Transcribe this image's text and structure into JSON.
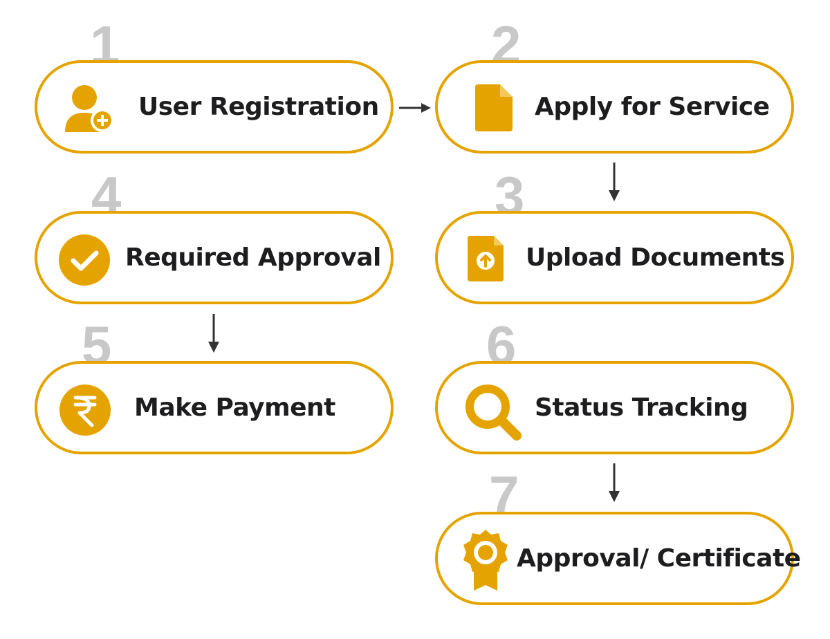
{
  "colors": {
    "accent": "#e5a300",
    "number": "#c8c8c8",
    "text": "#1d1d1f",
    "arrow": "#333333"
  },
  "steps": [
    {
      "number": "1",
      "label": "User Registration",
      "icon": "add-user-icon"
    },
    {
      "number": "2",
      "label": "Apply for Service",
      "icon": "document-icon"
    },
    {
      "number": "3",
      "label": "Upload Documents",
      "icon": "upload-file-icon"
    },
    {
      "number": "4",
      "label": "Required Approval",
      "icon": "check-circle-icon"
    },
    {
      "number": "5",
      "label": "Make Payment",
      "icon": "rupee-icon"
    },
    {
      "number": "6",
      "label": "Status Tracking",
      "icon": "search-icon"
    },
    {
      "number": "7",
      "label": "Approval/ Certificate",
      "icon": "certificate-badge-icon"
    }
  ],
  "flow": [
    {
      "from": "1",
      "to": "2"
    },
    {
      "from": "2",
      "to": "3"
    },
    {
      "from": "4",
      "to": "5"
    },
    {
      "from": "6",
      "to": "7"
    }
  ]
}
